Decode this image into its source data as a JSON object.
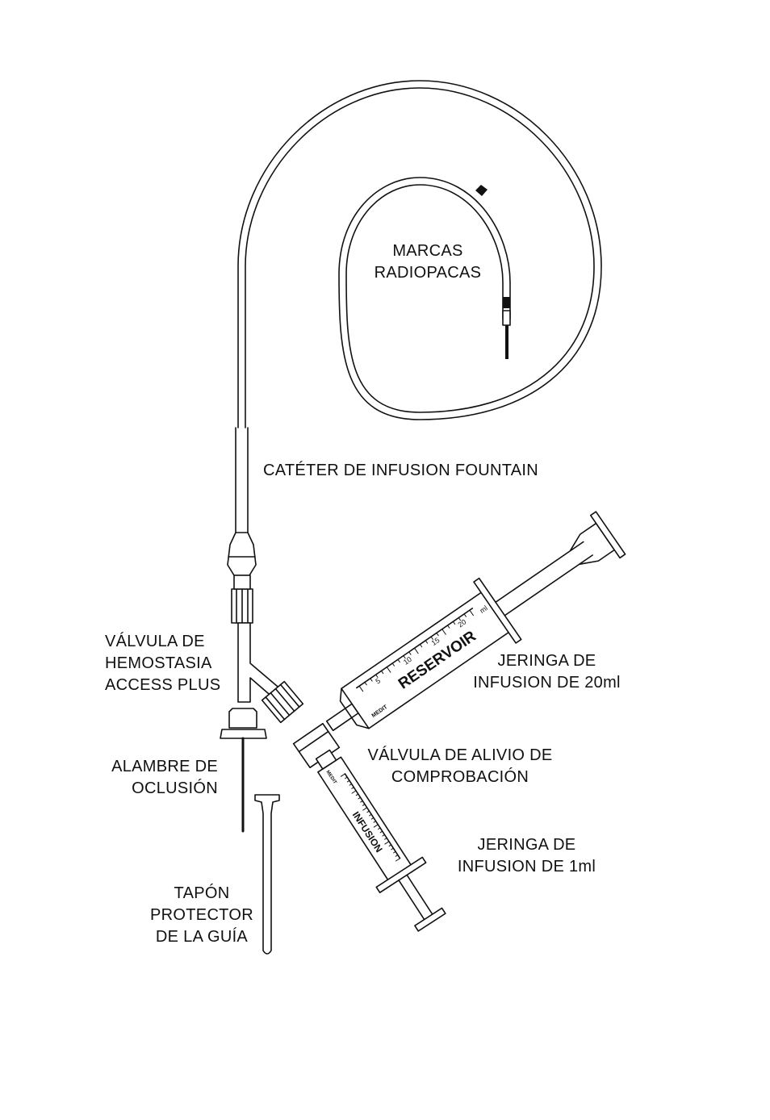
{
  "labels": {
    "marcas": [
      "MARCAS",
      "RADIOPACAS"
    ],
    "cateter": [
      "CATÉTER DE INFUSION FOUNTAIN"
    ],
    "valvula_hemostasia": [
      "VÁLVULA DE",
      "HEMOSTASIA",
      "ACCESS PLUS"
    ],
    "jeringa_20": [
      "JERINGA DE",
      "INFUSION DE 20ml"
    ],
    "valvula_alivio": [
      "VÁLVULA DE ALIVIO DE",
      "COMPROBACIÓN"
    ],
    "alambre": [
      "ALAMBRE DE",
      "OCLUSIÓN"
    ],
    "jeringa_1": [
      "JERINGA DE",
      "INFUSION DE 1ml"
    ],
    "tapon": [
      "TAPÓN",
      "PROTECTOR",
      "DE LA GUÍA"
    ]
  },
  "syringe_20": {
    "barrel_text": "RESERVOIR",
    "brand": "MEDIT",
    "unit": "ml",
    "scale": [
      "5",
      "10",
      "15",
      "20"
    ]
  },
  "syringe_1": {
    "barrel_text": "INFUSION",
    "brand": "MEDIT"
  },
  "colors": {
    "line": "#111111",
    "background": "#ffffff"
  }
}
